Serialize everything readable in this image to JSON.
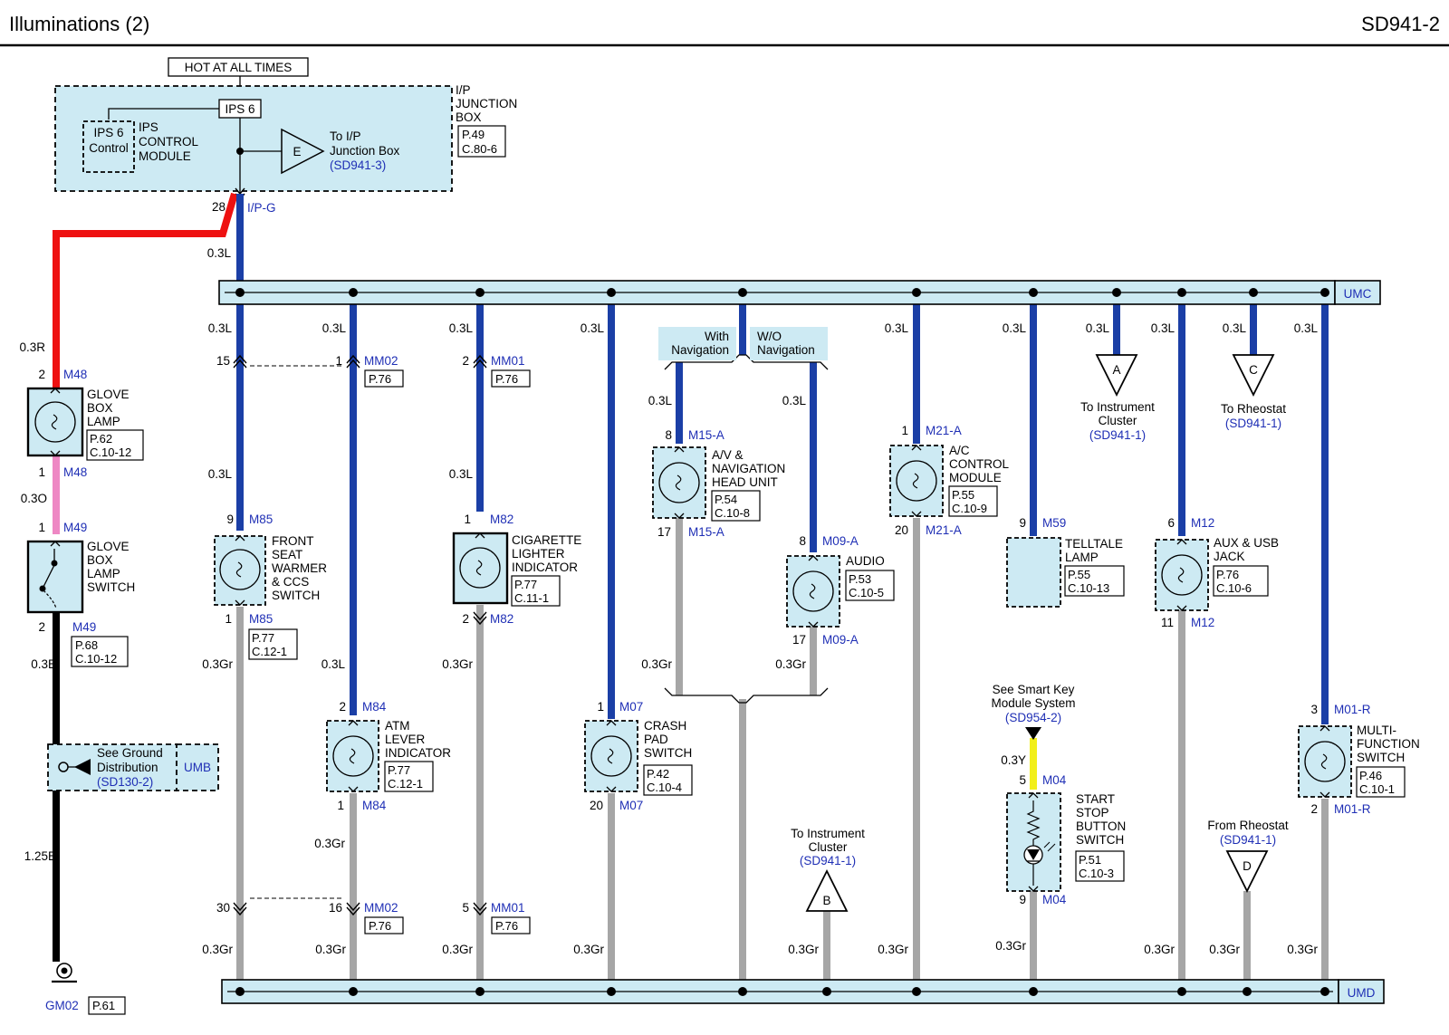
{
  "header": {
    "title": "Illuminations (2)",
    "code": "SD941-2"
  },
  "colors": {
    "wire_blue": "#1b3fa6",
    "wire_red": "#ee1111",
    "wire_pink": "#ee88c4",
    "wire_black": "#000000",
    "wire_gray": "#a6a6a6",
    "wire_yellow": "#f2ef1a",
    "fill_lightblue": "#cdeaf3",
    "ref_blue": "#1f2fb5"
  },
  "power": {
    "hot_label": "HOT AT ALL TIMES",
    "fuse": "IPS 6",
    "ips_control": [
      "IPS 6",
      "Control"
    ],
    "ips_module": [
      "IPS",
      "CONTROL",
      "MODULE"
    ],
    "jbox": [
      "I/P",
      "JUNCTION",
      "BOX"
    ],
    "jbox_ref": [
      "P.49",
      "C.80-6"
    ],
    "conn_E": "E",
    "to_jbox": [
      "To I/P",
      "Junction Box"
    ],
    "to_jbox_ref": "(SD941-3)",
    "pin": "28",
    "conn": "I/P-G",
    "wire": "0.3L"
  },
  "bus": {
    "top": "UMC",
    "bottom": "UMD"
  },
  "glove": {
    "wire_red": "0.3R",
    "pin1": "2",
    "conn1": "M48",
    "lamp": [
      "GLOVE",
      "BOX",
      "LAMP"
    ],
    "lamp_ref": [
      "P.62",
      "C.10-12"
    ],
    "pin2": "1",
    "conn2": "M48",
    "wire_pink": "0.3O",
    "pin3": "1",
    "conn3": "M49",
    "switch": [
      "GLOVE",
      "BOX",
      "LAMP",
      "SWITCH"
    ],
    "pin4": "2",
    "conn4": "M49",
    "switch_ref": [
      "P.68",
      "C.10-12"
    ],
    "wire_black1": "0.3B",
    "ground": [
      "See Ground",
      "Distribution"
    ],
    "ground_ref": "(SD130-2)",
    "ground_conn": "UMB",
    "wire_black2": "1.25B",
    "gconn": "GM02",
    "gref": "P.61"
  },
  "seat": {
    "w1": "0.3L",
    "pin_mm": "15",
    "w2": "0.3L",
    "pin1": "9",
    "conn1": "M85",
    "name": [
      "FRONT",
      "SEAT",
      "WARMER",
      "& CCS",
      "SWITCH"
    ],
    "pin2": "1",
    "conn2": "M85",
    "ref": [
      "P.77",
      "C.12-1"
    ],
    "w3": "0.3Gr",
    "pin_mm2": "30",
    "w4": "0.3Gr"
  },
  "atm": {
    "w1": "0.3L",
    "pin_mm": "1",
    "mm": "MM02",
    "mm_ref": "P.76",
    "w2": "0.3L",
    "pin1": "2",
    "conn1": "M84",
    "name": [
      "ATM",
      "LEVER",
      "INDICATOR"
    ],
    "ref": [
      "P.77",
      "C.12-1"
    ],
    "pin2": "1",
    "conn2": "M84",
    "w3": "0.3Gr",
    "pin_mm2": "16",
    "mm2": "MM02",
    "mm2_ref": "P.76",
    "w4": "0.3Gr"
  },
  "cig": {
    "w1": "0.3L",
    "pin_mm": "2",
    "mm": "MM01",
    "mm_ref": "P.76",
    "w2": "0.3L",
    "pin1": "1",
    "conn1": "M82",
    "name": [
      "CIGARETTE",
      "LIGHTER",
      "INDICATOR"
    ],
    "ref": [
      "P.77",
      "C.11-1"
    ],
    "pin2": "2",
    "conn2": "M82",
    "w3": "0.3Gr",
    "pin_mm2": "5",
    "mm2": "MM01",
    "mm2_ref": "P.76",
    "w4": "0.3Gr"
  },
  "crash": {
    "w1": "0.3L",
    "pin1": "1",
    "conn1": "M07",
    "name": [
      "CRASH",
      "PAD",
      "SWITCH"
    ],
    "ref": [
      "P.42",
      "C.10-4"
    ],
    "pin2": "20",
    "conn2": "M07",
    "w2": "0.3Gr"
  },
  "nav": {
    "with": [
      "With",
      "Navigation"
    ],
    "wo": [
      "W/O",
      "Navigation"
    ],
    "av_w1": "0.3L",
    "av_pin1": "8",
    "av_conn1": "M15-A",
    "av_name": [
      "A/V &",
      "NAVIGATION",
      "HEAD UNIT"
    ],
    "av_ref": [
      "P.54",
      "C.10-8"
    ],
    "av_pin2": "17",
    "av_conn2": "M15-A",
    "av_w2": "0.3Gr",
    "au_w1": "0.3L",
    "au_pin1": "8",
    "au_conn1": "M09-A",
    "au_name": "AUDIO",
    "au_ref": [
      "P.53",
      "C.10-5"
    ],
    "au_pin2": "17",
    "au_conn2": "M09-A",
    "au_w2": "0.3Gr"
  },
  "tocluster_b": {
    "text": [
      "To Instrument",
      "Cluster"
    ],
    "ref": "(SD941-1)",
    "conn": "B",
    "wire": "0.3Gr"
  },
  "ac": {
    "w1": "0.3L",
    "pin1": "1",
    "conn1": "M21-A",
    "name": [
      "A/C",
      "CONTROL",
      "MODULE"
    ],
    "ref": [
      "P.55",
      "C.10-9"
    ],
    "pin2": "20",
    "conn2": "M21-A",
    "w2": "0.3Gr"
  },
  "telltale": {
    "w1": "0.3L",
    "pin1": "9",
    "conn1": "M59",
    "name": [
      "TELLTALE",
      "LAMP"
    ],
    "ref": [
      "P.55",
      "C.10-13"
    ]
  },
  "smartkey": {
    "text": [
      "See Smart Key",
      "Module System"
    ],
    "ref": "(SD954-2)",
    "wire": "0.3Y",
    "pin1": "5",
    "conn1": "M04",
    "name": [
      "START",
      "STOP",
      "BUTTON",
      "SWITCH"
    ],
    "ref2": [
      "P.51",
      "C.10-3"
    ],
    "pin2": "9",
    "conn2": "M04",
    "w2": "0.3Gr"
  },
  "tocluster_a": {
    "wire": "0.3L",
    "conn": "A",
    "text": [
      "To Instrument",
      "Cluster"
    ],
    "ref": "(SD941-1)"
  },
  "aux": {
    "w1": "0.3L",
    "pin1": "6",
    "conn1": "M12",
    "name": [
      "AUX & USB",
      "JACK"
    ],
    "ref": [
      "P.76",
      "C.10-6"
    ],
    "pin2": "11",
    "conn2": "M12",
    "w2": "0.3Gr"
  },
  "rheo_c": {
    "wire": "0.3L",
    "conn": "C",
    "text": "To Rheostat",
    "ref": "(SD941-1)"
  },
  "rheo_d": {
    "text": "From Rheostat",
    "ref": "(SD941-1)",
    "conn": "D",
    "wire": "0.3Gr"
  },
  "multi": {
    "w1": "0.3L",
    "pin1": "3",
    "conn1": "M01-R",
    "name": [
      "MULTI-",
      "FUNCTION",
      "SWITCH"
    ],
    "ref": [
      "P.46",
      "C.10-1"
    ],
    "pin2": "2",
    "conn2": "M01-R",
    "w2": "0.3Gr"
  }
}
